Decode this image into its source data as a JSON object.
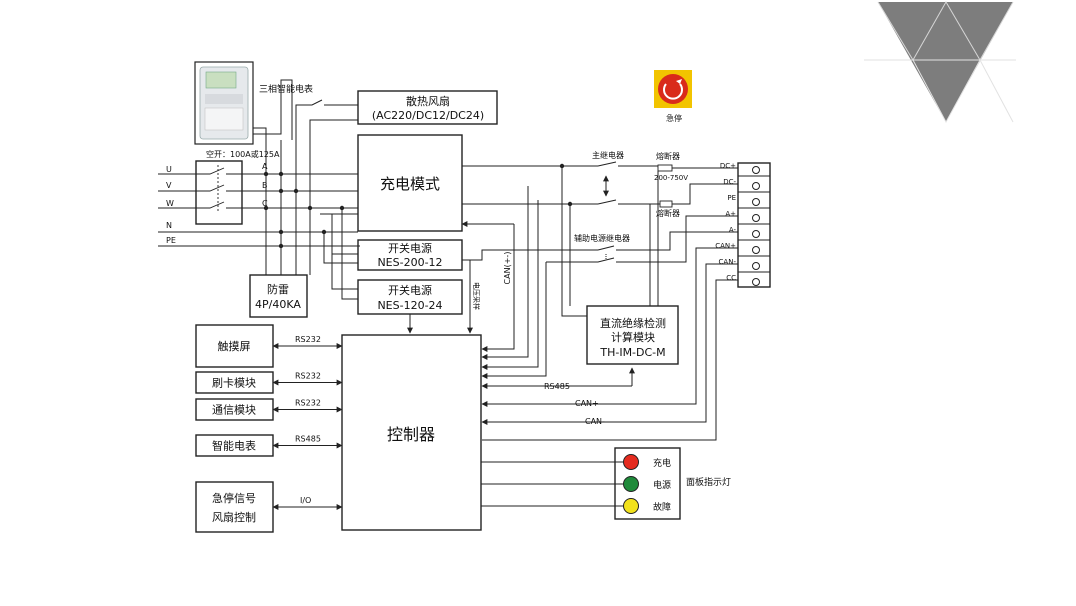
{
  "meter": {
    "label": "三相智能电表"
  },
  "breaker": {
    "label": "空开：100A或125A"
  },
  "phases": {
    "u": "U",
    "v": "V",
    "w": "W",
    "n": "N",
    "pe": "PE",
    "a": "A",
    "b": "B",
    "c": "C"
  },
  "fan": {
    "line1": "散热风扇",
    "line2": "(AC220/DC12/DC24)"
  },
  "charge_module": {
    "label": "充电模式"
  },
  "psu1": {
    "line1": "开关电源",
    "line2": "NES-200-12"
  },
  "psu2": {
    "line1": "开关电源",
    "line2": "NES-120-24"
  },
  "surge": {
    "line1": "防雷",
    "line2": "4P/40KA"
  },
  "estop": {
    "label": "急停"
  },
  "main_relay": {
    "label": "主继电器"
  },
  "aux_relay": {
    "label": "辅助电源继电器"
  },
  "fuse1": {
    "label": "熔断器",
    "rating": "200-750V"
  },
  "fuse2": {
    "label": "熔断器"
  },
  "terminals": [
    "DC+",
    "DC-",
    "PE",
    "A+",
    "A-",
    "CAN+",
    "CAN-",
    "CC"
  ],
  "insulation": {
    "line1": "直流绝缘检测",
    "line2": "计算模块",
    "line3": "TH-IM-DC-M"
  },
  "controller": {
    "label": "控制器"
  },
  "devices": [
    {
      "label": "触摸屏",
      "bus": "RS232"
    },
    {
      "label": "刷卡模块",
      "bus": "RS232"
    },
    {
      "label": "通信模块",
      "bus": "RS232"
    },
    {
      "label": "智能电表",
      "bus": "RS485"
    }
  ],
  "io_box": {
    "line1": "急停信号",
    "line2": "风扇控制",
    "bus": "I/O"
  },
  "signals": {
    "voltage_sample": "电压采样",
    "can": "CAN(+-)",
    "rs485": "RS485",
    "can_plus": "CAN+",
    "can_minus": "CAN-"
  },
  "lights": {
    "title": "面板指示灯",
    "items": [
      {
        "label": "充电",
        "color": "#e52b1f"
      },
      {
        "label": "电源",
        "color": "#1f8a3a"
      },
      {
        "label": "故障",
        "color": "#f2e21c"
      }
    ]
  }
}
